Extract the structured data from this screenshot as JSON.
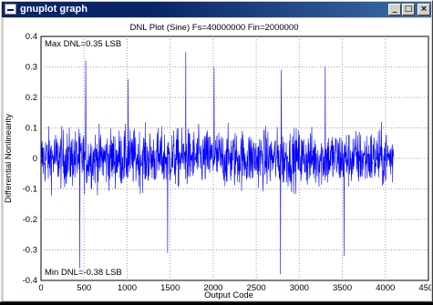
{
  "window": {
    "title": "gnuplot graph",
    "buttons": {
      "minimize": "_",
      "maximize": "□",
      "close": "×"
    }
  },
  "chart_data": {
    "type": "line",
    "title": "DNL Plot (Sine) Fs=40000000 Fin=2000000",
    "xlabel": "Output Code",
    "ylabel": "Differential Nonlinearity",
    "xlim": [
      0,
      4500
    ],
    "ylim": [
      -0.4,
      0.4
    ],
    "x_ticks": [
      "0",
      "500",
      "1000",
      "1500",
      "2000",
      "2500",
      "3000",
      "3500",
      "4000",
      "4500"
    ],
    "y_ticks": [
      "0.4",
      "0.3",
      "0.2",
      "0.1",
      "0",
      "-0.1",
      "-0.2",
      "-0.3",
      "-0.4"
    ],
    "grid": true,
    "annotations": [
      "Max DNL=0.35 LSB",
      "Min DNL=-0.38 LSB"
    ],
    "series": [
      {
        "color": "#0000ff",
        "x_range": [
          1,
          4095
        ],
        "max": 0.35,
        "min": -0.38,
        "peaks": [
          {
            "x": 520,
            "y": 0.32
          },
          {
            "x": 1010,
            "y": 0.26
          },
          {
            "x": 1680,
            "y": 0.35
          },
          {
            "x": 2010,
            "y": 0.3
          },
          {
            "x": 2790,
            "y": 0.29
          },
          {
            "x": 3300,
            "y": 0.3
          },
          {
            "x": 450,
            "y": -0.36
          },
          {
            "x": 1470,
            "y": -0.31
          },
          {
            "x": 2780,
            "y": -0.38
          },
          {
            "x": 3520,
            "y": -0.32
          }
        ]
      }
    ]
  }
}
